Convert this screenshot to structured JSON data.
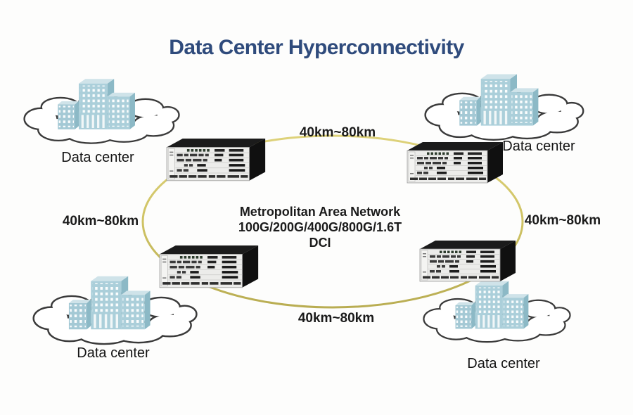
{
  "title": {
    "text": "Data Center Hyperconnectivity"
  },
  "metro_network": {
    "line1": "Metropolitan Area Network",
    "line2": "100G/200G/400G/800G/1.6T",
    "line3": "DCI"
  },
  "links": {
    "top": "40km~80km",
    "right": "40km~80km",
    "bottom": "40km~80km",
    "left": "40km~80km"
  },
  "datacenters": {
    "top_left": "Data center",
    "top_right": "Data center",
    "bottom_left": "Data center",
    "bottom_right": "Data center"
  },
  "colors": {
    "background": "#fdfdfc",
    "title": "#2f4b7c",
    "label_text": "#1a1a1a",
    "ring": "#cfc364",
    "cloud_outline": "#3a3a3a",
    "building_front": "#abcfda",
    "building_side": "#8cb9c6",
    "building_top": "#cfe3e9",
    "device_top": "#1b1b1b",
    "device_front": "#ececea"
  }
}
